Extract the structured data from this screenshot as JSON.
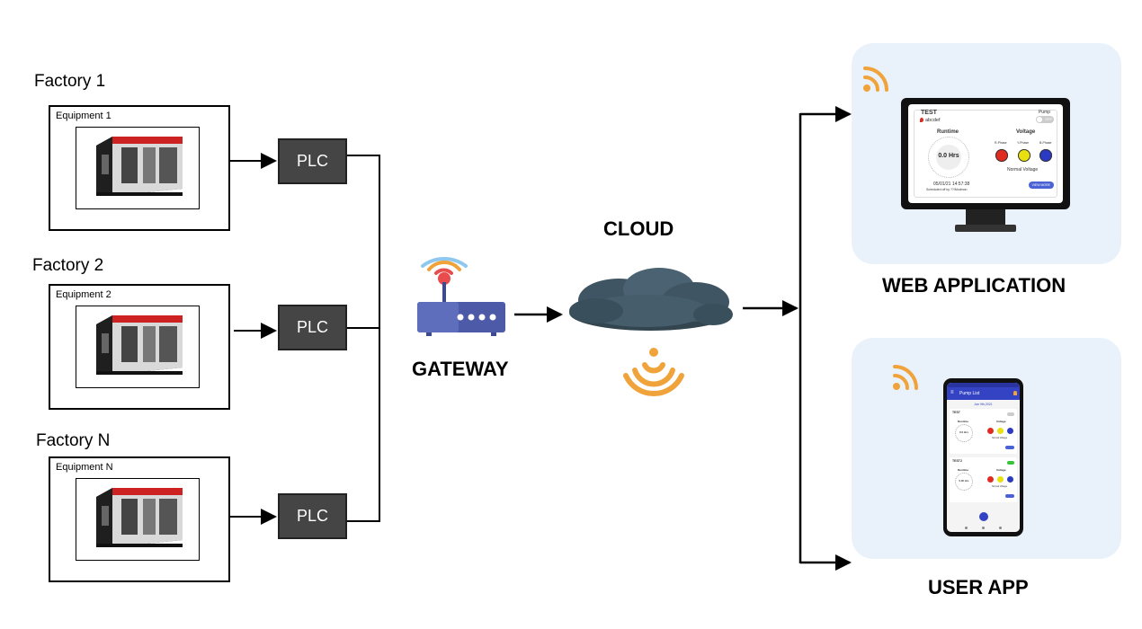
{
  "factories": [
    {
      "label": "Factory 1",
      "equipment": "Equipment 1",
      "plc": "PLC"
    },
    {
      "label": "Factory 2",
      "equipment": "Equipment 2",
      "plc": "PLC"
    },
    {
      "label": "Factory N",
      "equipment": "Equipment N",
      "plc": "PLC"
    }
  ],
  "gateway": {
    "label": "GATEWAY"
  },
  "cloud": {
    "label": "CLOUD"
  },
  "web_app": {
    "label": "WEB APPLICATION",
    "screen": {
      "device_name": "TEST",
      "device_id": "abcdef",
      "toggle_label": "Pump",
      "toggle_state": "OFF",
      "runtime_title": "Runtime",
      "runtime_value": "0.0 Hrs",
      "voltage_title": "Voltage",
      "phase_labels": [
        "R-Phase",
        "Y-Phase",
        "B-Phase"
      ],
      "voltage_status": "Normal Voltage",
      "timestamp": "05/01/21  14:57:38",
      "footer_note": "Scheduled off by ??/Modmon",
      "button_label": "VIEW MORE"
    }
  },
  "user_app": {
    "label": "USER APP",
    "screen": {
      "header_title": "Pump List",
      "date": "Jan 9th,2021",
      "card1_name": "TEST",
      "card1_runtime": "0.0 Hrs",
      "card2_name": "TEST2",
      "card2_runtime": "0.00 Hrs",
      "runtime_title": "Runtime",
      "voltage_title": "Voltage",
      "voltage_status": "Normal Voltage"
    }
  },
  "colors": {
    "wifi_orange": "#f0a33a",
    "panel_bg": "#e9f2fb",
    "plc_fill": "#454545",
    "router_blue": "#4c5aa8",
    "cloud_dark": "#3f5563",
    "red_phase": "#e02b20",
    "yellow_phase": "#e8e010",
    "blue_phase": "#2b3ac2"
  }
}
